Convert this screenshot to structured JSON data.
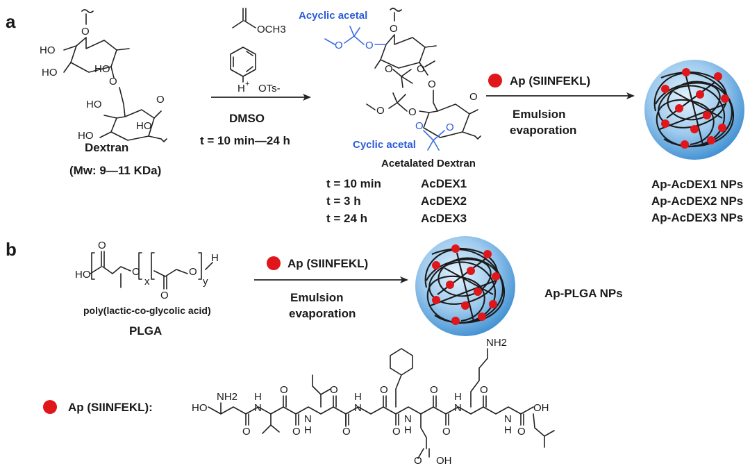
{
  "panels": {
    "a": "a",
    "b": "b"
  },
  "panel_a": {
    "dextran_name": "Dextran",
    "dextran_mw": "(Mw: 9—11 KDa)",
    "reagent_enol_ether": "OCH3",
    "reagent_pyridinium_h": "H",
    "reagent_pyridinium_plus": "+",
    "reagent_counterion": "OTs-",
    "solvent": "DMSO",
    "time_range": "t =  10 min—24 h",
    "acyclic_acetal_label": "Acyclic acetal",
    "cyclic_acetal_label": "Cyclic acetal",
    "product_name": "Acetalated Dextran",
    "time_table": [
      {
        "time": "t = 10 min",
        "name": "AcDEX1"
      },
      {
        "time": "t = 3 h",
        "name": "AcDEX2"
      },
      {
        "time": "t = 24 h",
        "name": "AcDEX3"
      }
    ],
    "antigen_label": "Ap (SIINFEKL)",
    "process_1": "Emulsion",
    "process_2": "evaporation",
    "nanoparticles": [
      "Ap-AcDEX1 NPs",
      "Ap-AcDEX2 NPs",
      "Ap-AcDEX3 NPs"
    ]
  },
  "panel_b": {
    "polymer_full_name": "poly(lactic-co-glycolic acid)",
    "polymer_abbrev": "PLGA",
    "subscript_x": "x",
    "subscript_y": "y",
    "antigen_label": "Ap (SIINFEKL)",
    "process_1": "Emulsion",
    "process_2": "evaporation",
    "nanoparticle": "Ap-PLGA NPs"
  },
  "peptide": {
    "legend_label": "Ap (SIINFEKL):",
    "atoms": {
      "ho": "HO",
      "nh2": "NH2",
      "nh": "H",
      "n": "N",
      "o": "O",
      "oh": "OH"
    }
  },
  "colors": {
    "antigen_dot": "#e0161b",
    "acetal_blue": "#2a5bd7",
    "np_light": "#d5ecfa",
    "np_dark": "#3f8fd2"
  }
}
